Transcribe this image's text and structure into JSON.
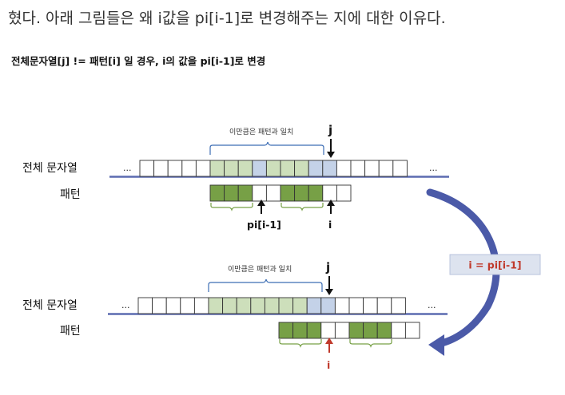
{
  "intro_text": "혔다. 아래 그림들은 왜 i값을 pi[i-1]로 변경해주는 지에 대한 이유다.",
  "heading": "전체문자열[j] != 패턴[i] 일 경우, i의 값을 pi[i-1]로 변경",
  "colors": {
    "dark_green": "#77a046",
    "light_green": "#cddfbb",
    "light_blue": "#c4d2e8",
    "white": "#ffffff",
    "baseline": "#5c6bb0",
    "brace": "#3c6db4",
    "small_brace": "#77a046",
    "curved_arrow": "#4b5aa8",
    "red": "#c0392b",
    "badge_bg": "#dde3ef",
    "badge_text": "#c0392b"
  },
  "panels": [
    {
      "text_label": "전체 문자열",
      "pattern_label": "패턴",
      "text_ellipsis_left": "...",
      "text_ellipsis_right": "...",
      "text_cells": [
        "white",
        "white",
        "white",
        "white",
        "white",
        "light_green",
        "light_green",
        "light_green",
        "light_blue",
        "light_green",
        "light_green",
        "light_green",
        "light_blue",
        "light_blue",
        "white",
        "white",
        "white",
        "white",
        "white"
      ],
      "pattern_cells": [
        "dark_green",
        "dark_green",
        "dark_green",
        "white",
        "white",
        "dark_green",
        "dark_green",
        "dark_green",
        "white",
        "white"
      ],
      "brace_label": "이만큼은 패턴과 일치",
      "j_label": "j",
      "pointer_labels": [
        {
          "label": "pi[i-1]",
          "color": "#111111"
        },
        {
          "label": "i",
          "color": "#111111"
        }
      ]
    },
    {
      "text_label": "전체 문자열",
      "pattern_label": "패턴",
      "text_ellipsis_left": "...",
      "text_ellipsis_right": "...",
      "text_cells": [
        "white",
        "white",
        "white",
        "white",
        "white",
        "light_green",
        "light_green",
        "light_green",
        "light_green",
        "light_green",
        "light_green",
        "light_green",
        "light_blue",
        "light_blue",
        "white",
        "white",
        "white",
        "white",
        "white"
      ],
      "pattern_cells": [
        "dark_green",
        "dark_green",
        "dark_green",
        "white",
        "white",
        "dark_green",
        "dark_green",
        "dark_green",
        "white",
        "white"
      ],
      "brace_label": "이만큼은 패턴과 일치",
      "j_label": "j",
      "pointer_labels": [
        {
          "label": "i",
          "color": "#c0392b"
        }
      ]
    }
  ],
  "transition_label": "i = pi[i-1]"
}
